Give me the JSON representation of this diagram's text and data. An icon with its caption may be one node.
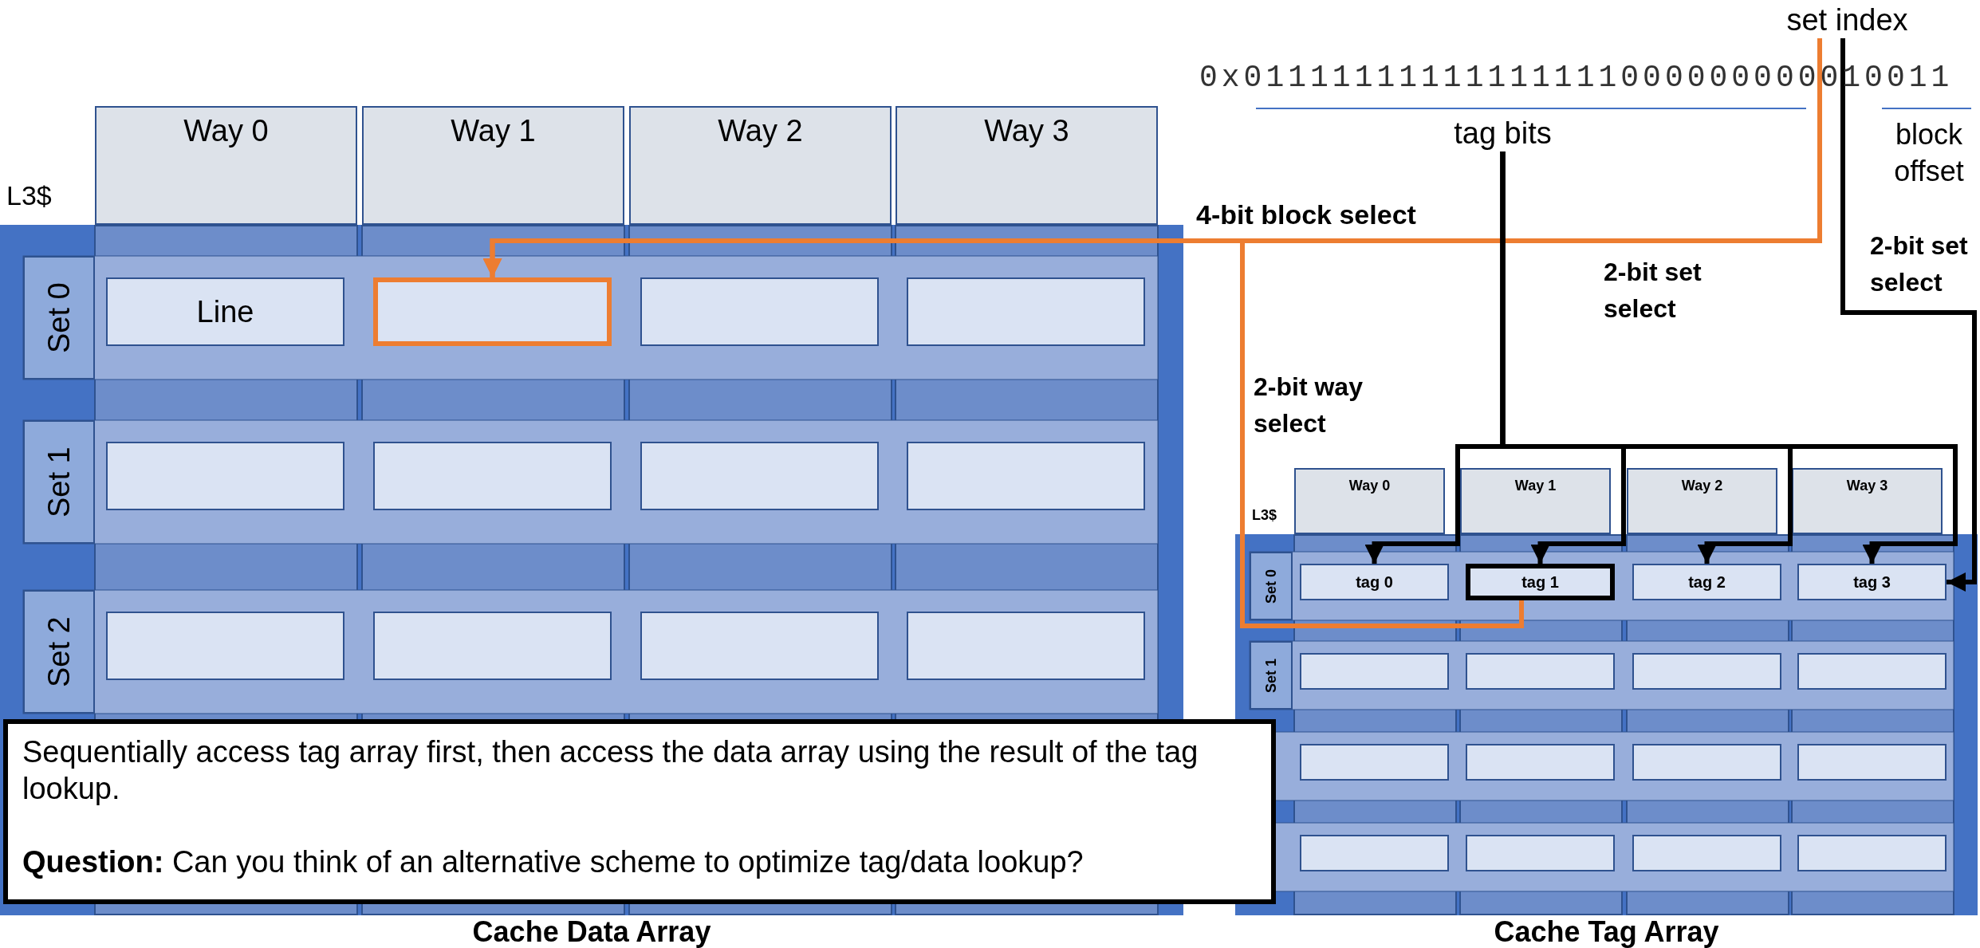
{
  "diagram": {
    "nodes": [
      {
        "text": [
          "Cache Data Array"
        ]
      },
      {
        "text": [
          "Way 0"
        ]
      },
      {
        "text": [
          "Way 1"
        ]
      },
      {
        "text": [
          "Way 2"
        ]
      },
      {
        "text": [
          "Way 3"
        ]
      },
      {
        "text": [
          "Set 0"
        ],
        "in": 0
      },
      {
        "text": [
          "Set 1"
        ],
        "in": 0
      },
      {
        "text": [
          "Set 2"
        ],
        "in": 0
      },
      {
        "text": [
          "Line"
        ],
        "in": 0
      },
      {
        "text": [],
        "shape": "box",
        "in": 0
      },
      {
        "text": [],
        "shape": "box",
        "in": 0
      },
      {
        "text": [],
        "shape": "box",
        "in": 0
      },
      {
        "text": [],
        "shape": "box",
        "in": 0
      },
      {
        "text": [],
        "shape": "box",
        "in": 0
      },
      {
        "text": [],
        "shape": "box",
        "in": 0
      },
      {
        "text": [],
        "shape": "box",
        "in": 0
      },
      {
        "text": [],
        "shape": "box",
        "in": 0
      },
      {
        "text": [],
        "shape": "box",
        "in": 0
      },
      {
        "text": [],
        "shape": "box",
        "in": 0
      },
      {
        "text": [],
        "shape": "box",
        "in": 0
      },
      {
        "text": [
          "Cache Tag Array"
        ]
      },
      {
        "text": [
          "Way 0"
        ]
      },
      {
        "text": [
          "Way 1"
        ]
      },
      {
        "text": [
          "Way 2"
        ]
      },
      {
        "text": [
          "Way 3"
        ]
      },
      {
        "text": [
          "Set 0"
        ],
        "in": 20
      },
      {
        "text": [
          "Set 1"
        ],
        "in": 20
      },
      {
        "text": [
          "tag 0"
        ],
        "in": 20
      },
      {
        "text": [
          "tag 1"
        ],
        "in": 20
      },
      {
        "text": [
          "tag 2"
        ],
        "in": 20
      },
      {
        "text": [
          "tag 3"
        ],
        "in": 20
      },
      {
        "text": [],
        "shape": "box",
        "in": 20
      },
      {
        "text": [],
        "shape": "box",
        "in": 20
      },
      {
        "text": [],
        "shape": "box",
        "in": 20
      },
      {
        "text": [],
        "shape": "box",
        "in": 20
      },
      {
        "text": [],
        "shape": "box",
        "in": 20
      },
      {
        "text": [],
        "shape": "box",
        "in": 20
      },
      {
        "text": [],
        "shape": "box",
        "in": 20
      },
      {
        "text": [],
        "shape": "box",
        "in": 20
      },
      {
        "text": [],
        "shape": "box",
        "in": 20
      },
      {
        "text": [],
        "shape": "box",
        "in": 20
      },
      {
        "text": [],
        "shape": "box",
        "in": 20
      },
      {
        "text": [],
        "shape": "box",
        "in": 20
      },
      {
        "text": [
          "set index"
        ]
      },
      {
        "text": [
          "tag bits"
        ]
      },
      {
        "text": [
          "Sequentially access tag array first, then access the data array using the result of the tag lookup.",
          "**Question:** Can you think of an alternative scheme to optimize tag/data lookup?"
        ]
      }
    ],
    "edges": [
      {
        "from": 43,
        "to": 9,
        "arrow": "to",
        "color": "#ed7d31",
        "label": "2-bit set select"
      },
      {
        "from": 28,
        "to": 9,
        "arrow": "to",
        "color": "#ed7d31",
        "label": "2-bit way select"
      },
      {
        "from": 44,
        "to": 27,
        "arrow": "to"
      },
      {
        "from": 44,
        "to": 28,
        "arrow": "to"
      },
      {
        "from": 44,
        "to": 29,
        "arrow": "to"
      },
      {
        "from": 44,
        "to": 30,
        "arrow": "to"
      },
      {
        "from": 43,
        "to": 30,
        "arrow": "to",
        "label": "2-bit set select"
      }
    ],
    "labels": [
      "0x01111111111111111000000000010011",
      "block offset",
      "L3$",
      "4-bit block select",
      "L3$"
    ]
  }
}
